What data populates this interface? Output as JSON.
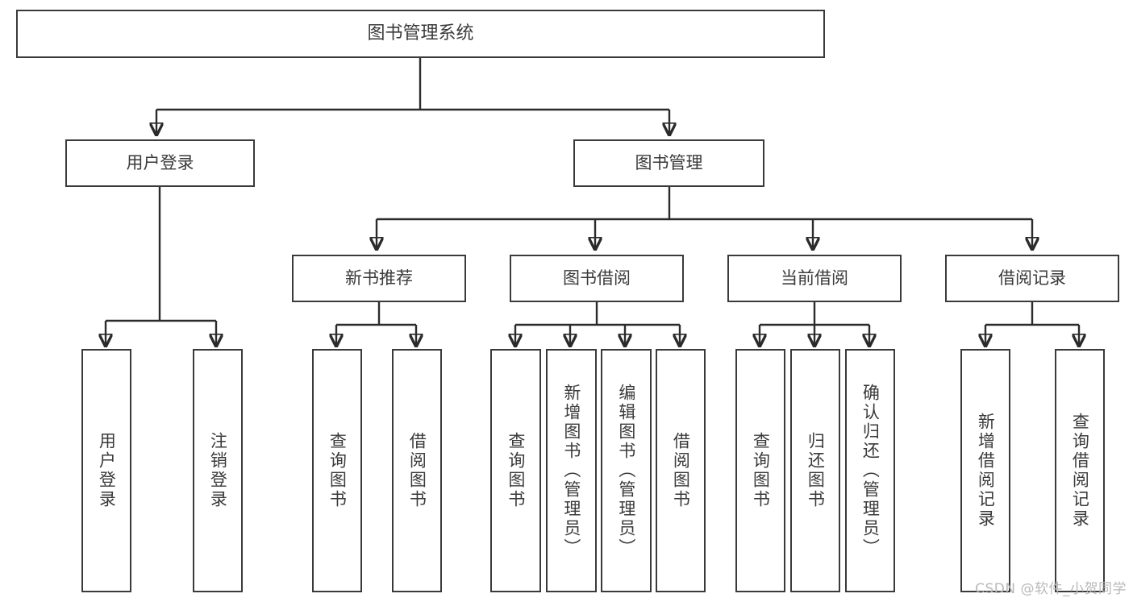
{
  "diagram": {
    "title": "图书管理系统",
    "type": "hierarchy-tree",
    "watermark": "CSDN @软件_小贺同学",
    "colors": {
      "border": "#3a3a3a",
      "text": "#3a3a3a",
      "connector": "#2b2b2b",
      "background": "#ffffff",
      "watermark": "#b9b9b9"
    },
    "root": {
      "label": "图书管理系统"
    },
    "level2": [
      {
        "label": "用户登录"
      },
      {
        "label": "图书管理"
      }
    ],
    "level3": [
      {
        "label": "新书推荐"
      },
      {
        "label": "图书借阅"
      },
      {
        "label": "当前借阅"
      },
      {
        "label": "借阅记录"
      }
    ],
    "leaves": {
      "user_login": [
        {
          "label": "用户登录"
        },
        {
          "label": "注销登录"
        }
      ],
      "new_book": [
        {
          "label": "查询图书"
        },
        {
          "label": "借阅图书"
        }
      ],
      "book_borrow": [
        {
          "label": "查询图书"
        },
        {
          "label": "新增图书（管理员）"
        },
        {
          "label": "编辑图书（管理员）"
        },
        {
          "label": "借阅图书"
        }
      ],
      "current_borrow": [
        {
          "label": "查询图书"
        },
        {
          "label": "归还图书"
        },
        {
          "label": "确认归还（管理员）"
        }
      ],
      "borrow_record": [
        {
          "label": "新增借阅记录"
        },
        {
          "label": "查询借阅记录"
        }
      ]
    }
  }
}
